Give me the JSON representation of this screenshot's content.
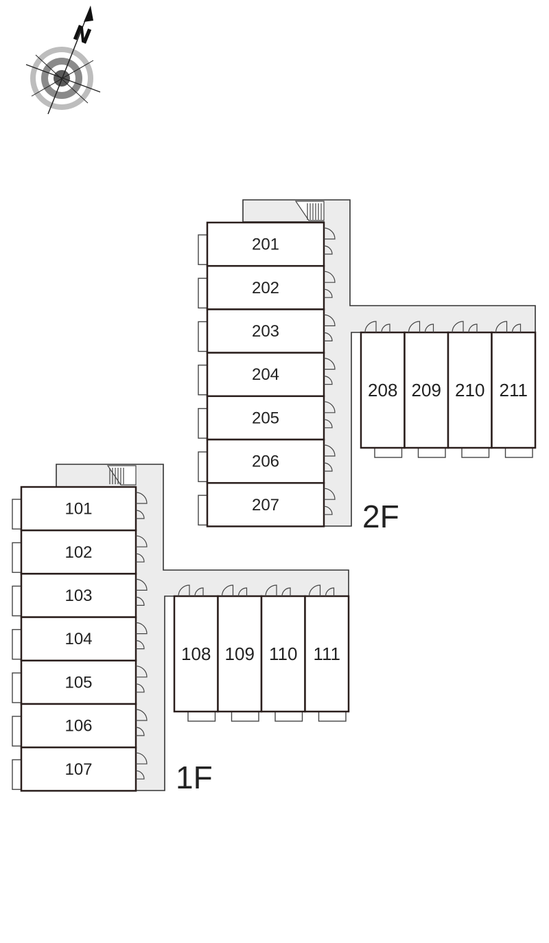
{
  "compass": {
    "label": "N",
    "icon": "north-arrow-compass-icon"
  },
  "floors": [
    {
      "label": "2F",
      "rooms_west": [
        "201",
        "202",
        "203",
        "204",
        "205",
        "206",
        "207"
      ],
      "rooms_east": [
        "208",
        "209",
        "210",
        "211"
      ]
    },
    {
      "label": "1F",
      "rooms_west": [
        "101",
        "102",
        "103",
        "104",
        "105",
        "106",
        "107"
      ],
      "rooms_east": [
        "108",
        "109",
        "110",
        "111"
      ]
    }
  ],
  "colors": {
    "wall": "#2a1e1c",
    "corridor": "#ececec",
    "background": "#ffffff"
  }
}
